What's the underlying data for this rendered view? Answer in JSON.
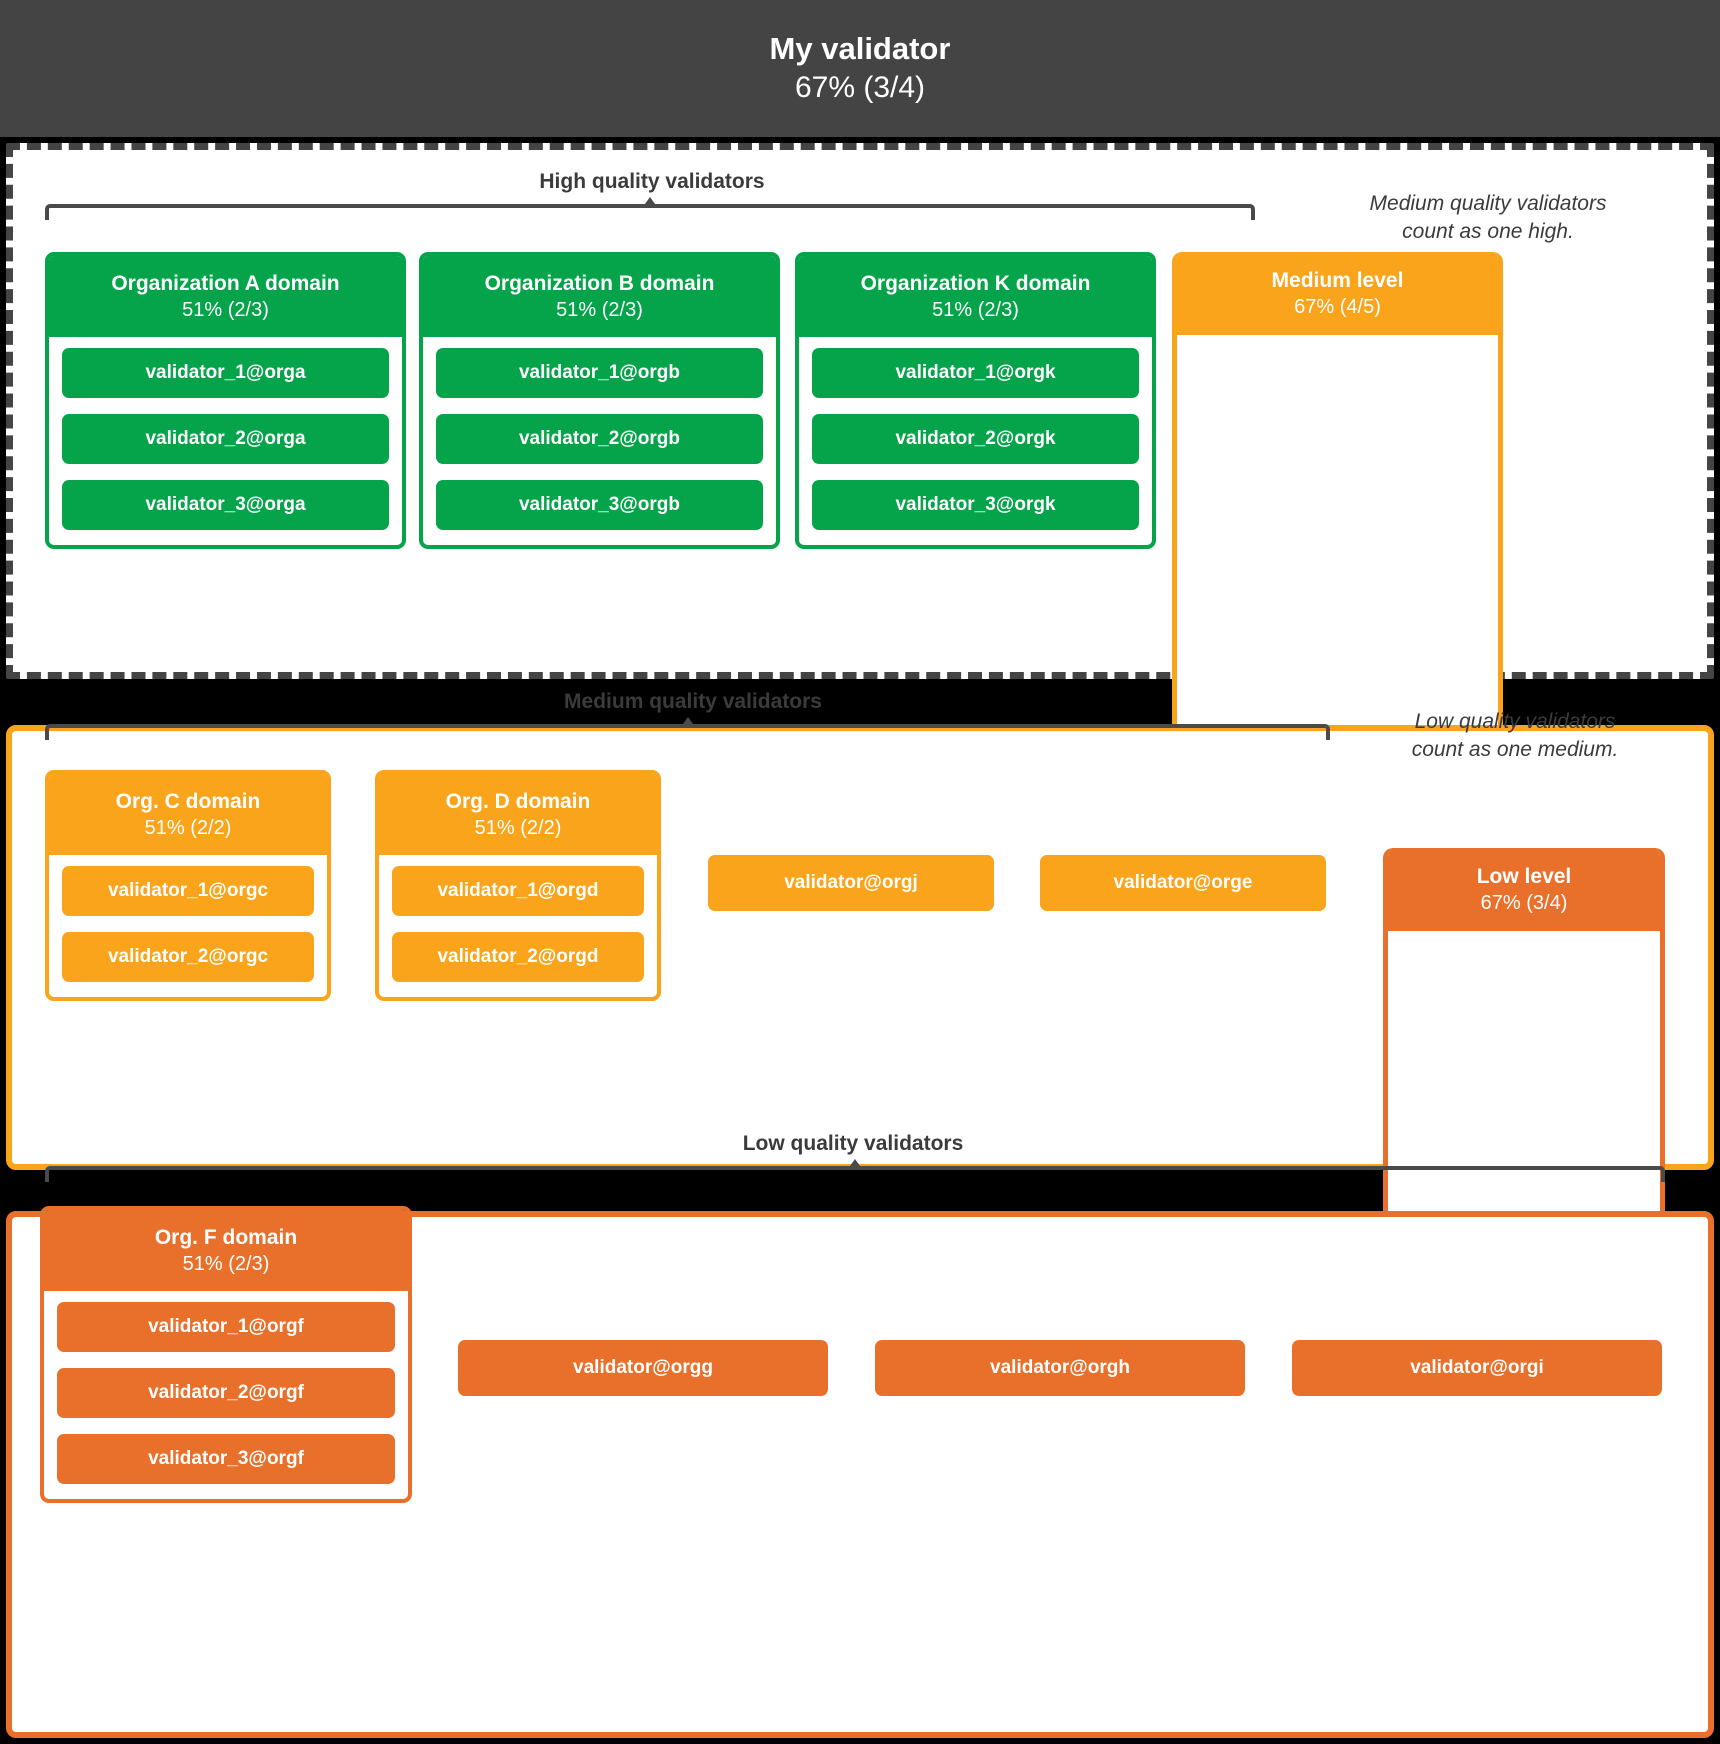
{
  "header": {
    "title": "My validator",
    "stat": "67% (3/4)"
  },
  "colors": {
    "high": "#05A44B",
    "medium": "#FAA41B",
    "low": "#E8702A",
    "header_bg": "#444444",
    "brace": "#4a4a4a",
    "background": "#000000"
  },
  "sections": {
    "high": {
      "caption": "High quality validators",
      "note": "Medium quality validators\ncount as one high.",
      "orgs": [
        {
          "title": "Organization A domain",
          "stat": "51% (2/3)",
          "validators": [
            "validator_1@orga",
            "validator_2@orga",
            "validator_3@orga"
          ]
        },
        {
          "title": "Organization B domain",
          "stat": "51% (2/3)",
          "validators": [
            "validator_1@orgb",
            "validator_2@orgb",
            "validator_3@orgb"
          ]
        },
        {
          "title": "Organization K domain",
          "stat": "51% (2/3)",
          "validators": [
            "validator_1@orgk",
            "validator_2@orgk",
            "validator_3@orgk"
          ]
        }
      ],
      "standalone": []
    },
    "medium": {
      "caption": "Medium quality validators",
      "note": "Low quality validators\ncount as one medium.",
      "orgs": [
        {
          "title": "Org. C domain",
          "stat": "51% (2/2)",
          "validators": [
            "validator_1@orgc",
            "validator_2@orgc"
          ]
        },
        {
          "title": "Org. D domain",
          "stat": "51% (2/2)",
          "validators": [
            "validator_1@orgd",
            "validator_2@orgd"
          ]
        }
      ],
      "standalone": [
        "validator@orgj",
        "validator@orge"
      ]
    },
    "low": {
      "caption": "Low quality validators",
      "note": "",
      "orgs": [
        {
          "title": "Org. F domain",
          "stat": "51% (2/3)",
          "validators": [
            "validator_1@orgf",
            "validator_2@orgf",
            "validator_3@orgf"
          ]
        }
      ],
      "standalone": [
        "validator@orgg",
        "validator@orgh",
        "validator@orgi"
      ]
    }
  },
  "levels": {
    "medium": {
      "title": "Medium level",
      "stat": "67% (4/5)"
    },
    "low": {
      "title": "Low level",
      "stat": "67% (3/4)"
    }
  }
}
